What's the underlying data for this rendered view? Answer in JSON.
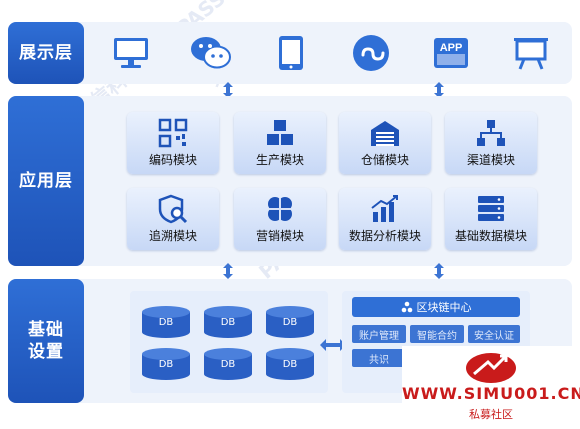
{
  "layers": {
    "display": {
      "label": "展示层",
      "icons": [
        "monitor-icon",
        "wechat-icon",
        "tablet-icon",
        "mini-program-icon",
        "app-icon",
        "presentation-board-icon"
      ],
      "app_icon_text": "APP"
    },
    "application": {
      "label": "应用层",
      "modules": [
        {
          "label": "编码模块",
          "icon": "qr-code-icon"
        },
        {
          "label": "生产模块",
          "icon": "boxes-icon"
        },
        {
          "label": "仓储模块",
          "icon": "warehouse-icon"
        },
        {
          "label": "渠道模块",
          "icon": "network-tree-icon"
        },
        {
          "label": "追溯模块",
          "icon": "shield-search-icon"
        },
        {
          "label": "营销模块",
          "icon": "clover-icon"
        },
        {
          "label": "数据分析模块",
          "icon": "bar-growth-icon"
        },
        {
          "label": "基础数据模块",
          "icon": "server-icon"
        }
      ]
    },
    "base": {
      "label": "基础设置",
      "db_label": "DB",
      "blockchain": {
        "title": "区块链中心",
        "items": [
          "账户管理",
          "智能合约",
          "安全认证",
          "共识"
        ]
      }
    }
  },
  "colors": {
    "primary": "#2f6fd6",
    "panel": "#eef3fb",
    "db": "#2a5fc4",
    "logo": "#c91b1b"
  },
  "logo": {
    "url": "WWW.SIMU001.CN",
    "sub": "私募社区"
  }
}
